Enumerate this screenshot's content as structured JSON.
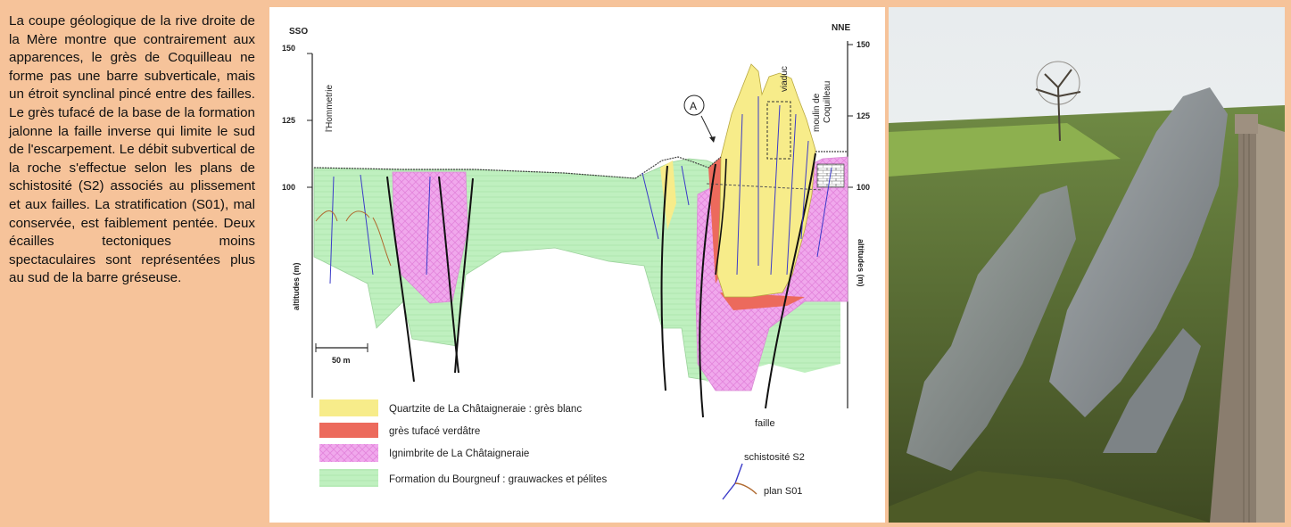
{
  "description_text": "La coupe géologique de la rive droite de la Mère montre que contrairement aux apparences, le grès de Coquilleau ne forme pas une barre subverticale, mais un étroit synclinal pincé entre des failles. Le grès tufacé de la base de la formation jalonne la faille inverse qui limite le sud de l'escarpement. Le débit subvertical de la roche s'effectue selon les plans de schistosité (S2) associés au plissement et aux failles. La stratification (S01), mal conservée, est faiblement pentée. Deux écailles tectoniques moins spectaculaires sont représentées plus au sud de la barre gréseuse.",
  "section": {
    "orientation_left": "SSO",
    "orientation_right": "NNE",
    "axis_label": "altitudes (m)",
    "ticks": [
      "150",
      "125",
      "100"
    ],
    "place_left": "l'Hommetrie",
    "place_viaduc": "viaduc",
    "place_right": "moulin de Coquilleau",
    "marker": "A",
    "scale_label": "50 m",
    "fault_label": "faille"
  },
  "legend": {
    "items": [
      {
        "label": "Quartzite de La Châtaigneraie : grès blanc",
        "color": "#f7ec8a"
      },
      {
        "label": "grès tufacé verdâtre",
        "color": "#ec6a5c"
      },
      {
        "label": "Ignimbrite de La Châtaigneraie",
        "color": "#f0a8ec"
      },
      {
        "label": "Formation du Bourgneuf : grauwackes et pélites",
        "color": "#bff0bf"
      }
    ],
    "line_labels": [
      "schistosité S2",
      "plan S01"
    ]
  },
  "colors": {
    "panel_bg": "#f6c39a",
    "quartzite": "#f7ec8a",
    "tuff": "#ec6a5c",
    "ignimbrite": "#f0a8ec",
    "bourgneuf": "#bff0bf",
    "schistosity": "#3a3ac8",
    "bedding": "#b06a30"
  }
}
